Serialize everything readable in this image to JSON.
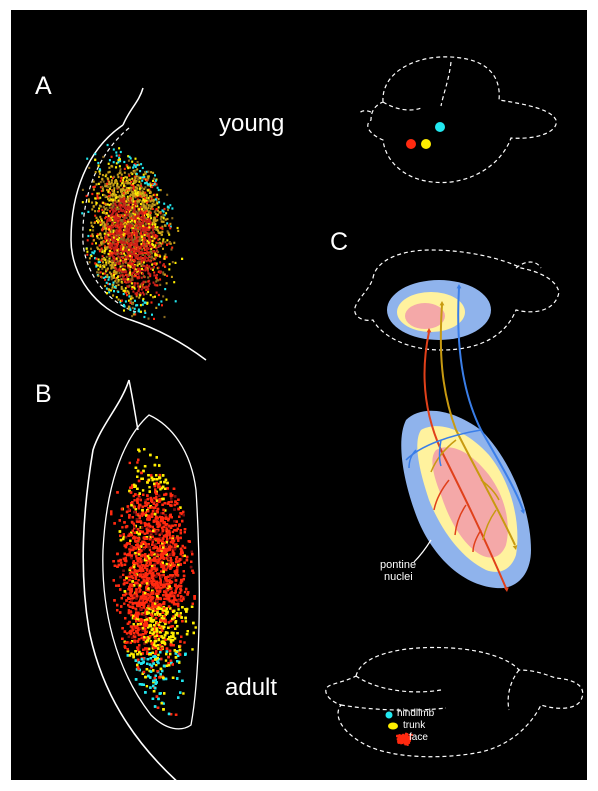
{
  "figure": {
    "panel_a_label": "A",
    "panel_b_label": "B",
    "panel_c_label": "C",
    "young_label": "young",
    "adult_label": "adult",
    "pontine_line1": "pontine",
    "pontine_line2": "nuclei",
    "legend": {
      "hindlimb": "hindlimb",
      "trunk": "trunk",
      "face": "face"
    }
  },
  "colors": {
    "background": "#000000",
    "outline": "#ffffff",
    "face": "#ff2a10",
    "trunk": "#ffee00",
    "hindlimb": "#22e8f0",
    "face_dark": "#c8201a",
    "trunk_olive": "#c8a018",
    "blue_zone": "#8fb3ec",
    "yellow_zone": "#fff29e",
    "pink_zone": "#f4a8a8",
    "axon_red": "#e0401a",
    "axon_gold": "#c89a10",
    "axon_blue": "#3a7ee8"
  }
}
